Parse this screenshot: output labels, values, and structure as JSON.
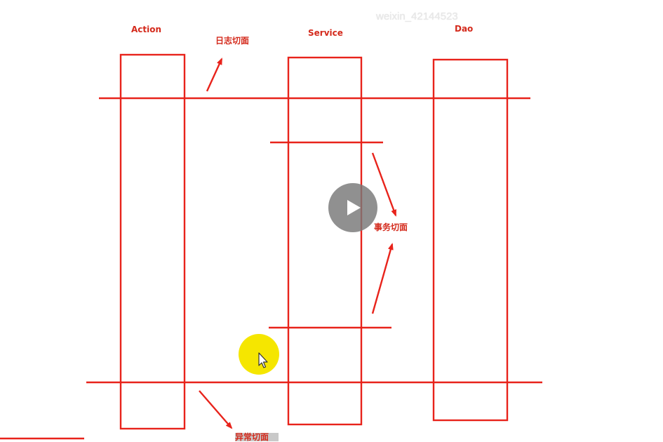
{
  "watermark": "weixin_42144523",
  "layers": [
    {
      "name": "Action"
    },
    {
      "name": "Service"
    },
    {
      "name": "Dao"
    }
  ],
  "aspects": {
    "logging": "日志切面",
    "transaction": "事务切面",
    "exception": "异常切面"
  },
  "colors": {
    "stroke": "#e8231b",
    "text": "#d42a1c",
    "play_button": "#787878",
    "cursor_highlight": "#f5e600"
  },
  "icons": {
    "play": "play-icon",
    "cursor": "mouse-pointer-icon"
  }
}
